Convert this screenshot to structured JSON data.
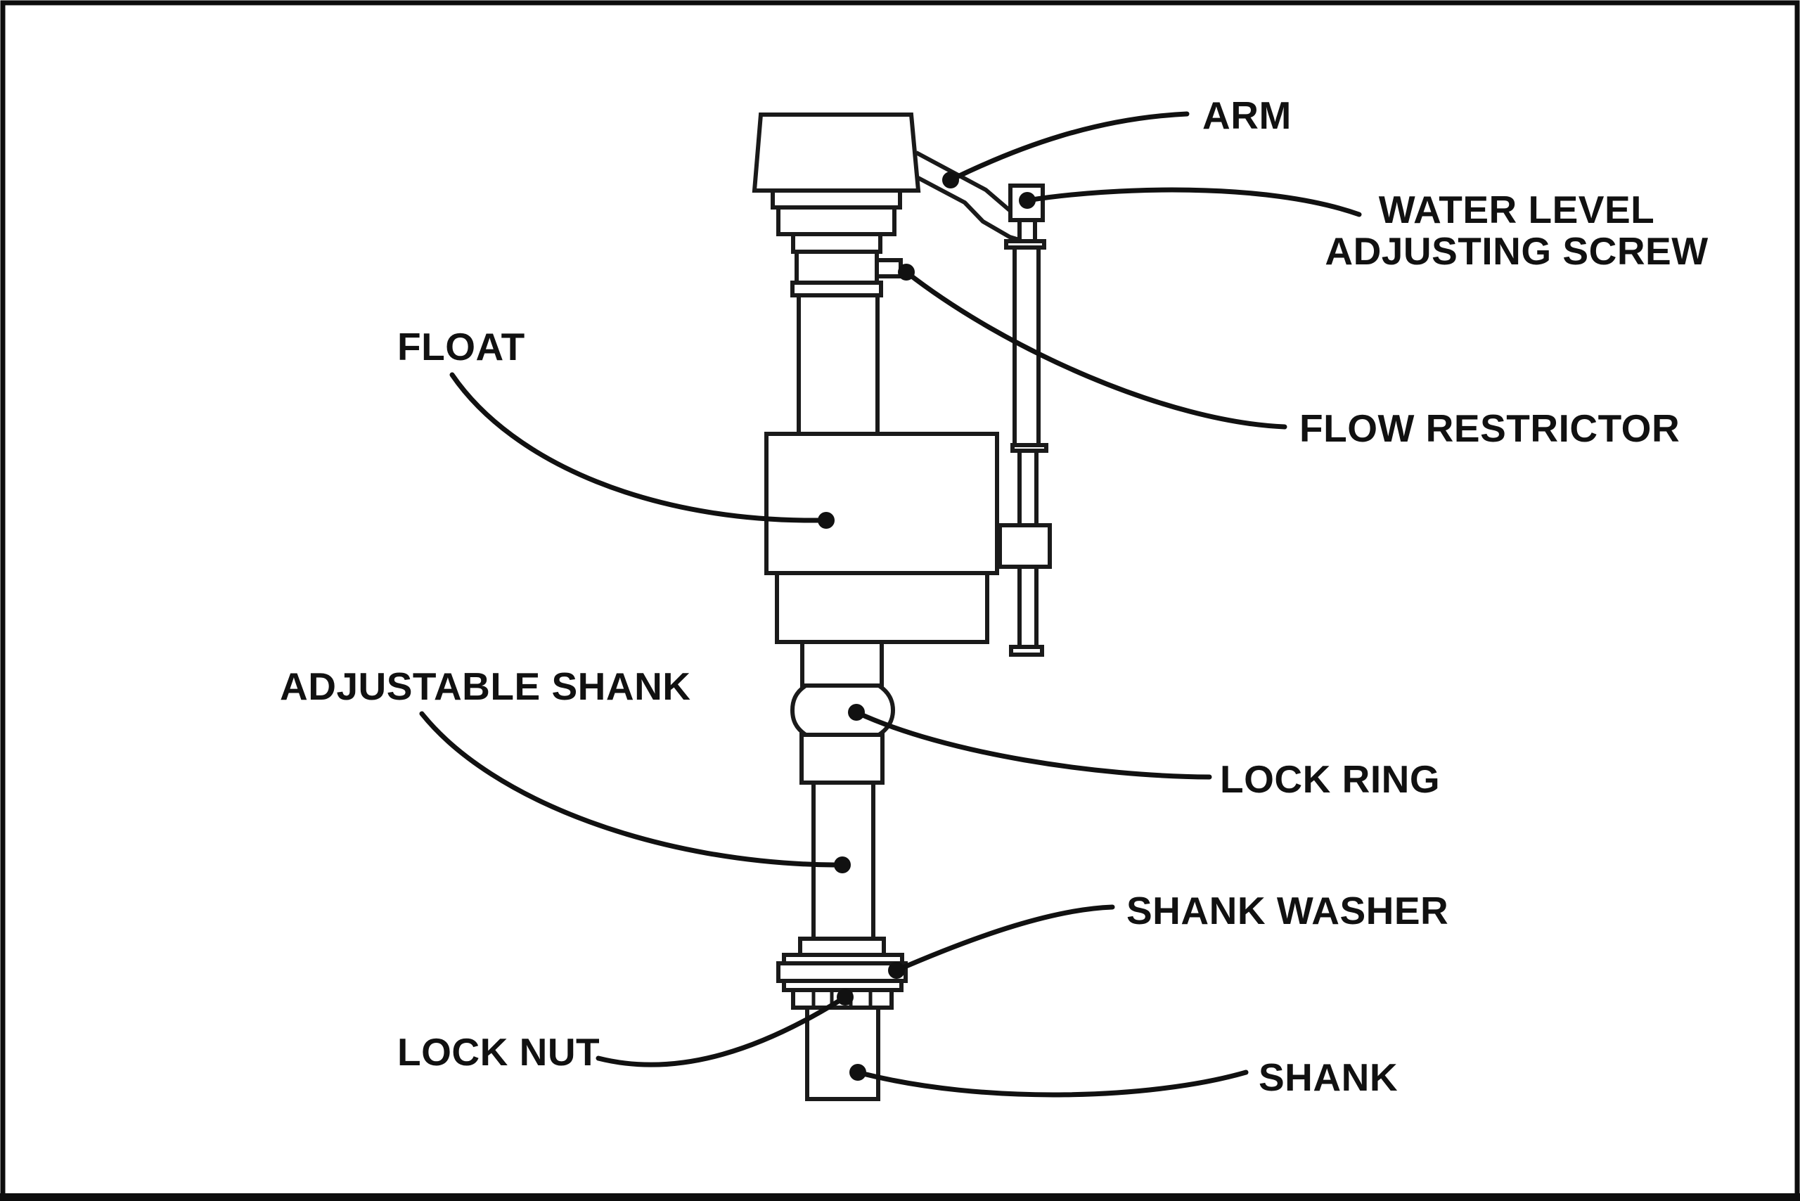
{
  "diagram": {
    "type": "labeled-parts-diagram",
    "subject": "toilet fill valve",
    "background_color": "#ffffff",
    "line_color": "#1a1a1a",
    "label_color": "#111111",
    "parts": [
      {
        "id": "arm",
        "label": "ARM"
      },
      {
        "id": "water-level-adjusting-screw",
        "lines": [
          "WATER LEVEL",
          "ADJUSTING SCREW"
        ]
      },
      {
        "id": "flow-restrictor",
        "label": "FLOW RESTRICTOR"
      },
      {
        "id": "float",
        "label": "FLOAT"
      },
      {
        "id": "lock-ring",
        "label": "LOCK RING"
      },
      {
        "id": "adjustable-shank",
        "label": "ADJUSTABLE SHANK"
      },
      {
        "id": "shank-washer",
        "label": "SHANK WASHER"
      },
      {
        "id": "lock-nut",
        "label": "LOCK NUT"
      },
      {
        "id": "shank",
        "label": "SHANK"
      }
    ]
  }
}
